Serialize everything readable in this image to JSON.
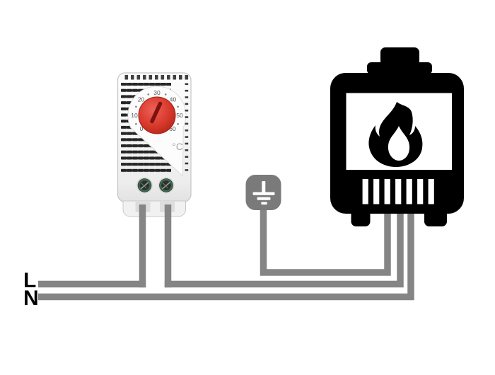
{
  "labels": {
    "line": "L",
    "neutral": "N"
  },
  "thermostat": {
    "scale_labels": [
      "0",
      "10",
      "20",
      "30",
      "40",
      "50",
      "60"
    ],
    "unit": "°C"
  },
  "colors": {
    "background": "#ffffff",
    "wire": "#858585",
    "ground_symbol": "#7a7a7a",
    "heater": "#000000",
    "knob_red": "#d8392c",
    "knob_slot": "#7c130e",
    "terminal_ring": "#3d6a4e",
    "dial_text": "#565656",
    "unit_text": "#a2a2a2",
    "label_text": "#000000"
  },
  "icons": {
    "ground": "ground-earth-icon",
    "heater": "heater-flame-icon",
    "thermostat": "thermostat-dial-icon",
    "flame": "flame-icon"
  }
}
